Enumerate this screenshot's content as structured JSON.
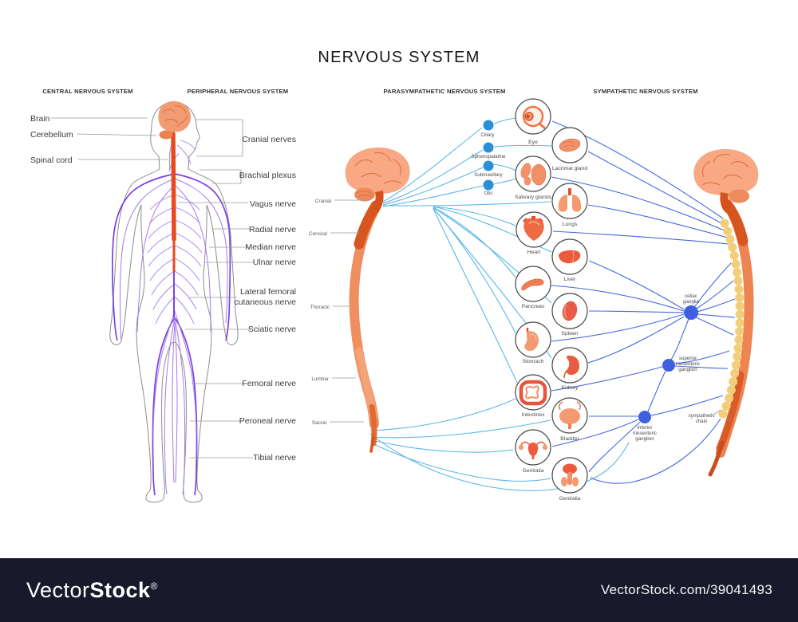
{
  "title": "NERVOUS SYSTEM",
  "sections": {
    "cns": "CENTRAL NERVOUS SYSTEM",
    "pns": "PERIPHERAL NERVOUS SYSTEM",
    "para": "PARASYMPATHETIC NERVOUS SYSTEM",
    "sym": "SYMPATHETIC NERVOUS SYSTEM"
  },
  "body_labels": {
    "left": [
      "Brain",
      "Cerebellum",
      "Spinal cord"
    ],
    "right": [
      "Cranial nerves",
      "Brachial plexus",
      "Vagus nerve",
      "Radial nerve",
      "Median nerve",
      "Ulnar nerve",
      "Lateral femoral",
      "cutaneous nerve",
      "Sciatic nerve",
      "Femoral nerve",
      "Peroneal nerve",
      "Tibial nerve"
    ]
  },
  "spine_levels": [
    "Cranial",
    "Cervical",
    "Thoracic",
    "Lumbar",
    "Sacral"
  ],
  "para_ganglia": [
    "Ciliary",
    "Sphenopalatine",
    "Submaxillary",
    "Otic"
  ],
  "organs": [
    "Eye",
    "Lacrimal gland",
    "Salivary glands",
    "Lungs",
    "Heart",
    "Liver",
    "Pancreas",
    "Spleen",
    "Stomach",
    "Kidney",
    "Intestines",
    "Bladder",
    "Genitalia",
    "Genitalia"
  ],
  "sym_ganglia": {
    "celiac": [
      "celiac",
      "ganglia"
    ],
    "superior": [
      "superior",
      "mesenteric",
      "ganglion"
    ],
    "inferior": [
      "inferior",
      "mesenteric",
      "ganglion"
    ],
    "chain": [
      "sympathetic",
      "chain"
    ]
  },
  "footer": {
    "brand_light": "Vector",
    "brand_bold": "Stock",
    "reg": "®",
    "url": "VectorStock.com/39041493"
  },
  "colors": {
    "organ_orange": "#EE7448",
    "brain_orange": "#F8A883",
    "cord_orange": "#EF8E5E",
    "para_blue": "#5BB7E9",
    "sym_blue": "#4767E2",
    "ganglion_blue": "#3D5FE0",
    "para_dot_blue": "#2B8FD8",
    "nerve_purple": "#7B3FE4",
    "chain_yellow": "#F3CE79",
    "footer_bg": "#181A2C"
  }
}
